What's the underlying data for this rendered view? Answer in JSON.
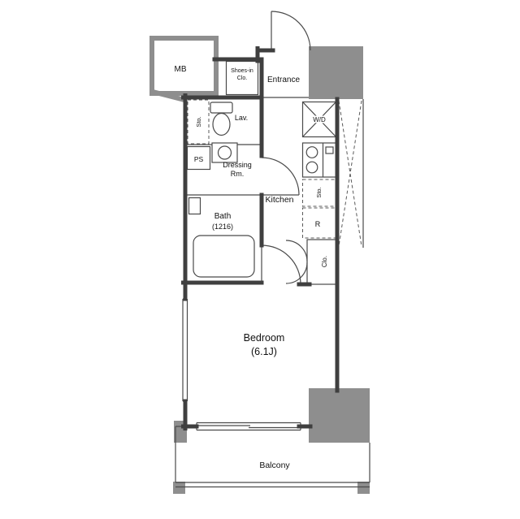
{
  "floorplan": {
    "labels": {
      "mb": "MB",
      "shoes_line1": "Shoes-in",
      "shoes_line2": "Clo.",
      "entrance": "Entrance",
      "lav": "Lav.",
      "sto_left": "Sto.",
      "ps": "PS",
      "dressing_line1": "Dressing",
      "dressing_line2": "Rm.",
      "wd": "W/D",
      "kitchen": "Kitchen",
      "sto_kitchen": "Sto.",
      "refrigerator": "R",
      "bath_line1": "Bath",
      "bath_line2": "(1216)",
      "closet": "Clo.",
      "bedroom_line1": "Bedroom",
      "bedroom_line2": "(6.1J)",
      "balcony": "Balcony"
    },
    "colors": {
      "background": "#ffffff",
      "wall_dark": "#3f3f3f",
      "wall_gray": "#8e8e8e",
      "column_gray": "#8e8e8e",
      "line": "#4a4a4a",
      "text": "#111111"
    }
  }
}
